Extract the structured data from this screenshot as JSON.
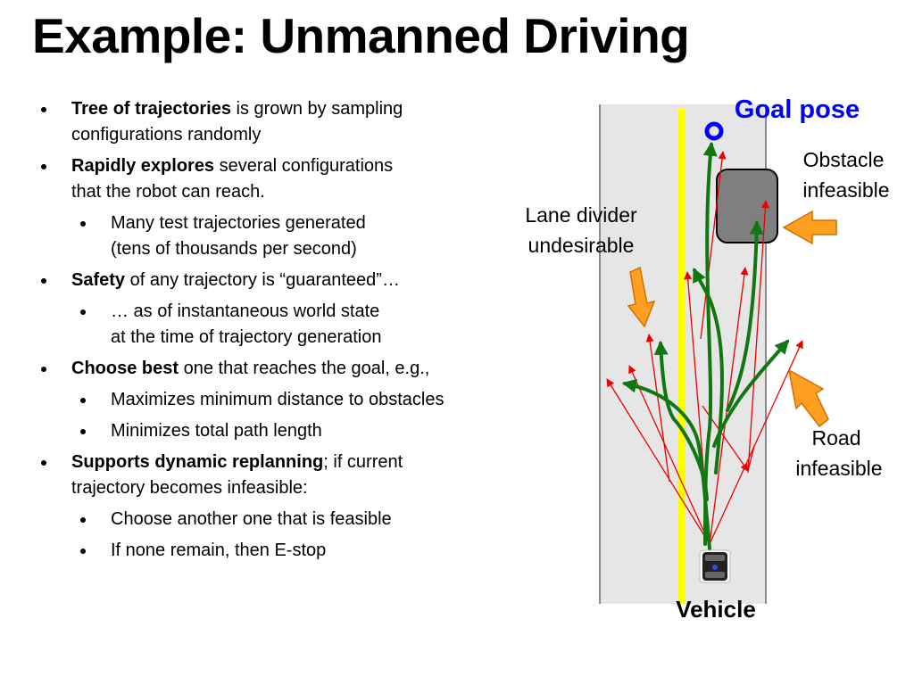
{
  "title": "Example: Unmanned Driving",
  "bullets": [
    {
      "level": 1,
      "bold": "Tree of trajectories",
      "rest": " is grown by sampling",
      "line2": "configurations randomly"
    },
    {
      "level": 1,
      "bold": "Rapidly explores",
      "rest": " several configurations",
      "line2": "that the robot can reach."
    },
    {
      "level": 2,
      "bold": "",
      "rest": "Many test trajectories generated",
      "line2": "(tens of thousands per second)"
    },
    {
      "level": 1,
      "bold": "Safety",
      "rest": " of any trajectory is “guaranteed”…",
      "line2": ""
    },
    {
      "level": 2,
      "bold": "",
      "rest": "… as of instantaneous world state",
      "line2": "at the time of trajectory generation"
    },
    {
      "level": 1,
      "bold": "Choose best",
      "rest": " one that reaches the goal, e.g.,",
      "line2": ""
    },
    {
      "level": 2,
      "bold": "",
      "rest": "Maximizes minimum distance to obstacles",
      "line2": ""
    },
    {
      "level": 2,
      "bold": "",
      "rest": "Minimizes total path length",
      "line2": ""
    },
    {
      "level": 1,
      "bold": "Supports dynamic replanning",
      "rest": "; if current",
      "line2": "trajectory becomes infeasible:"
    },
    {
      "level": 2,
      "bold": "",
      "rest": "Choose another one that is feasible",
      "line2": ""
    },
    {
      "level": 2,
      "bold": "",
      "rest": "If none remain, then E-stop",
      "line2": ""
    }
  ],
  "diagram": {
    "goal_label": "Goal pose",
    "obstacle_label_1": "Obstacle",
    "obstacle_label_2": "infeasible",
    "lane_label_1": "Lane divider",
    "lane_label_2": "undesirable",
    "road_label_1": "Road",
    "road_label_2": "infeasible",
    "vehicle_label": "Vehicle",
    "colors": {
      "road": "#e6e6e6",
      "lane_divider": "#ffff00",
      "obstacle": "#7f7f7f",
      "goal": "#0000ff",
      "feasible_path": "#117711",
      "sample_arrow": "#ee0000",
      "callout_arrow": "#ffa020"
    }
  }
}
